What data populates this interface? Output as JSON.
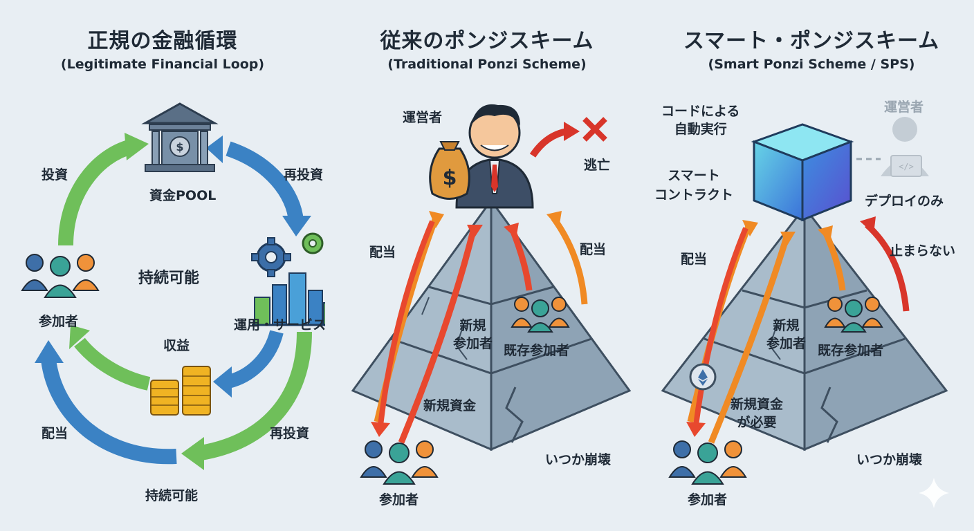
{
  "panels": {
    "legit": {
      "title": "正規の金融循環",
      "subtitle": "(Legitimate Financial Loop)",
      "labels": {
        "pool": "資金POOL",
        "invest": "投資",
        "reinvest_top": "再投資",
        "participants": "参加者",
        "sustainable_center": "持続可能",
        "operations": "運用・サービス",
        "revenue": "収益",
        "dividend": "配当",
        "reinvest_bottom": "再投資",
        "sustainable_bottom": "持続可能"
      }
    },
    "traditional": {
      "title": "従来のポンジスキーム",
      "subtitle": "(Traditional Ponzi Scheme)",
      "labels": {
        "operator": "運営者",
        "escape": "逃亡",
        "dividend_left": "配当",
        "dividend_right": "配当",
        "new_participants": "新規\n参加者",
        "existing_participants": "既存参加者",
        "new_funds": "新規資金",
        "collapse": "いつか崩壊",
        "participants": "参加者"
      }
    },
    "smart": {
      "title": "スマート・ポンジスキーム",
      "subtitle": "(Smart Ponzi Scheme / SPS)",
      "labels": {
        "code_exec": "コードによる\n自動実行",
        "operator": "運営者",
        "smart_contract": "スマート\nコントラクト",
        "deploy_only": "デプロイのみ",
        "dividend": "配当",
        "unstoppable": "止まらない",
        "new_participants": "新規\n参加者",
        "existing_participants": "既存参加者",
        "new_funds_needed": "新規資金\nが必要",
        "collapse": "いつか崩壊",
        "participants": "参加者"
      }
    }
  },
  "colors": {
    "background": "#e8eef3",
    "green_arrow": "#6fbf5a",
    "blue_arrow": "#3b82c4",
    "red_arrow": "#d8352a",
    "orange_arrow": "#f08a24",
    "pyramid": "#9fb1c1",
    "person_blue": "#3e6fa8",
    "person_teal": "#3aa397",
    "person_orange": "#f0923a"
  },
  "icons": [
    "bank-icon",
    "coin-stack-icon",
    "gear-icon",
    "city-icon",
    "people-icon",
    "money-bag-icon",
    "x-mark-icon",
    "cube-icon",
    "developer-icon",
    "ethereum-icon",
    "sparkle-icon"
  ]
}
